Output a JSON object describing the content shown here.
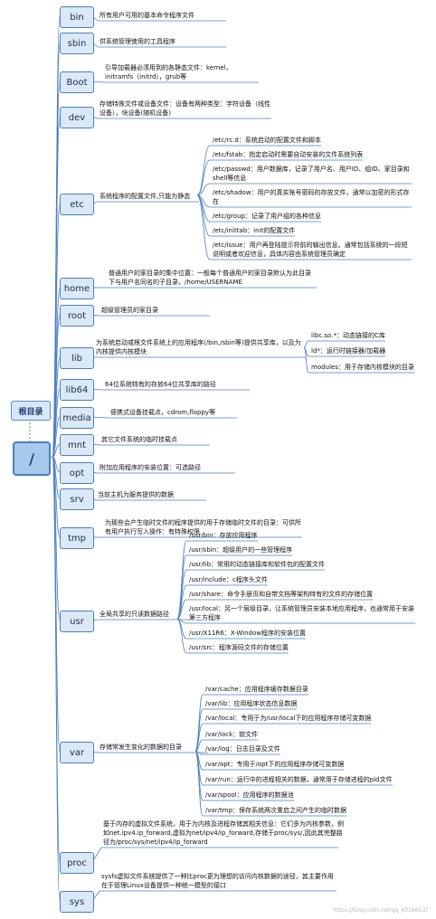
{
  "root": {
    "label": "根目录",
    "symbol": "/"
  },
  "nodes": [
    {
      "name": "bin",
      "desc": "所有用户可用的基本命令程序文件"
    },
    {
      "name": "sbin",
      "desc": "供系统管理使用的工具程序"
    },
    {
      "name": "Boot",
      "desc": "引导加载器必须用到的各静态文件：kernel，initramfs（initrd），grub等"
    },
    {
      "name": "dev",
      "desc": "存储特殊文件或设备文件：设备有两种类型：字符设备（线性设备），块设备(随机设备)"
    },
    {
      "name": "etc",
      "desc": "系统程序的配置文件,只能为静态"
    },
    {
      "name": "home",
      "desc": "普通用户的家目录的集中位置：一般每个普通用户的家目录默认为此目录下与用户名同名的子目录，/home/USERNAME"
    },
    {
      "name": "root",
      "desc": "超级管理员的家目录"
    },
    {
      "name": "lib",
      "desc": "为系统启动或根文件系统上的应用程序(/bin,/sbin等)提供共享库，以及为内核提供内核模块"
    },
    {
      "name": "lib64",
      "desc": "64位系统特有的存放64位共享库的路径"
    },
    {
      "name": "media",
      "desc": "便携式设备挂载点，cdrom,floppy等"
    },
    {
      "name": "mnt",
      "desc": "其它文件系统的临时挂载点"
    },
    {
      "name": "opt",
      "desc": "附加应用程序的安装位置：可选路径"
    },
    {
      "name": "srv",
      "desc": "当前主机为服务提供的数据"
    },
    {
      "name": "tmp",
      "desc": "为那些会产生临时文件的程序提供的用于存储临时文件的目录：可供所有用户执行写入操作：有特殊权限"
    },
    {
      "name": "usr",
      "desc": "全局共享的只读数据路径"
    },
    {
      "name": "var",
      "desc": "存储常发生变化的数据的目录"
    },
    {
      "name": "proc",
      "desc": "基于内存的虚拟文件系统，用于为内核及进程存储其相关信息：它们多为内核参数，例如net.ipv4.ip_forward,虚拟为net/ipv4/ip_forward,存储于proc/sys/,因此其完整路径为/proc/sys/net/ipv4/ip_forward"
    },
    {
      "name": "sys",
      "desc": "sysfs虚拟文件系统提供了一种比proc更为理想的访问内核数据的途径，其主要作用在于管理Linux设备提供一种统一模型的接口"
    }
  ],
  "etc_children": [
    "/etc/rc.d：系统启动的配置文件和脚本",
    "/etc/fstab：指定启动时需要自动安装的文件系统列表",
    "/etc/passwd：用户数据库，记录了用户名、用户ID、组ID、家目录和shell等信息",
    "/etc/shadow：用户的真实账号密码的存放文件，通常以加密的形式存在",
    "/etc/group：记录了用户组的各种信息",
    "/etc/inittab：init的配置文件",
    "/etc/issue：用户再登陆提示符前的输出信息。通常包括系统的一段短说明或者欢迎信息，具体内容由系统管理员确定"
  ],
  "lib_children": [
    "libc.so.*：动态链接的C库",
    "ld*：运行时链接器/加载器",
    "modules：用于存储内核模块的目录"
  ],
  "usr_children": [
    "/usr/bin：存放应用程序",
    "/usr/sbin：超级用户的一些管理程序",
    "/usr/lib：常用的动态链接库和软件包的配置文件",
    "/usr/include：c程序头文件",
    "/usr/share：命令手册页和自带文档等架构特有的文件的存储位置",
    "/usr/local：另一个层级目录，让系统管理员安装本地应用程序，也通常用于安装第三方程序",
    "/usr/X11R6：X-Window程序的安装位置",
    "/usr/src：程序源码文件的存储位置"
  ],
  "var_children": [
    "/var/cache：应用程序缓存数据目录",
    "/var/lib：应用程序状态信息数据",
    "/var/local：专用于为/usr/local下的应用程序存储可变数据",
    "/var/lock：锁文件",
    "/var/log：日志目录及文件",
    "/var/opt：专用于/opt下的应用程序存储可变数据",
    "/var/run：运行中的进程相关的数据，通常用于存储进程的pid文件",
    "/var/spool：应用程序的数据池",
    "/var/tmp：保存系统两次重启之间产生的临时数据"
  ],
  "watermark": "https://blog.csdn.net/qq_43186537",
  "colors": {
    "node_fill": "#dbe8f6",
    "node_border": "#4a7fc1",
    "line": "#4a7fc1",
    "root_fill": "#a9c9ec"
  }
}
